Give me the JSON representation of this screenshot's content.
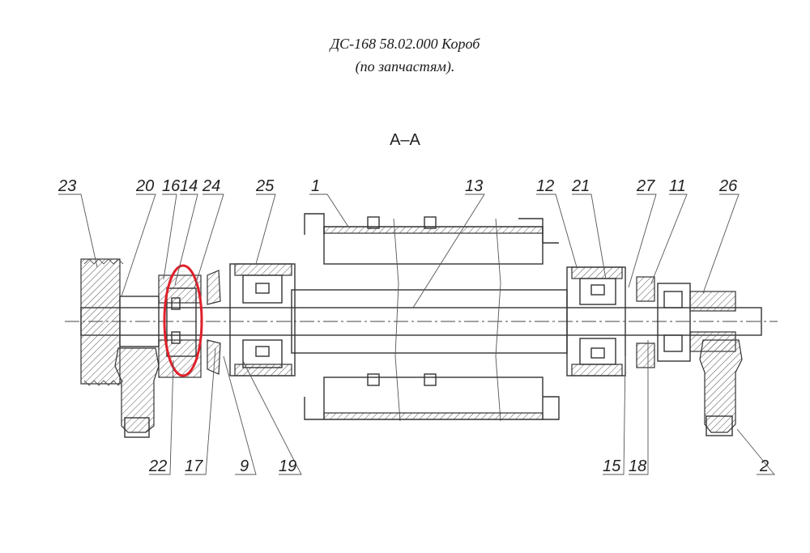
{
  "header": {
    "title_line1": "ДС-168 58.02.000 Короб",
    "title_line2": "(по запчастям).",
    "section": "А–А"
  },
  "callouts": [
    {
      "id": "23",
      "label": "23"
    },
    {
      "id": "20",
      "label": "20"
    },
    {
      "id": "16",
      "label": "16"
    },
    {
      "id": "14",
      "label": "14"
    },
    {
      "id": "24",
      "label": "24"
    },
    {
      "id": "25",
      "label": "25"
    },
    {
      "id": "1",
      "label": "1"
    },
    {
      "id": "13",
      "label": "13"
    },
    {
      "id": "12",
      "label": "12"
    },
    {
      "id": "21",
      "label": "21"
    },
    {
      "id": "27",
      "label": "27"
    },
    {
      "id": "11",
      "label": "11"
    },
    {
      "id": "26",
      "label": "26"
    },
    {
      "id": "22",
      "label": "22"
    },
    {
      "id": "17",
      "label": "17"
    },
    {
      "id": "9",
      "label": "9"
    },
    {
      "id": "19",
      "label": "19"
    },
    {
      "id": "15",
      "label": "15"
    },
    {
      "id": "18",
      "label": "18"
    },
    {
      "id": "2",
      "label": "2"
    }
  ],
  "highlight_color": "#e0202a"
}
